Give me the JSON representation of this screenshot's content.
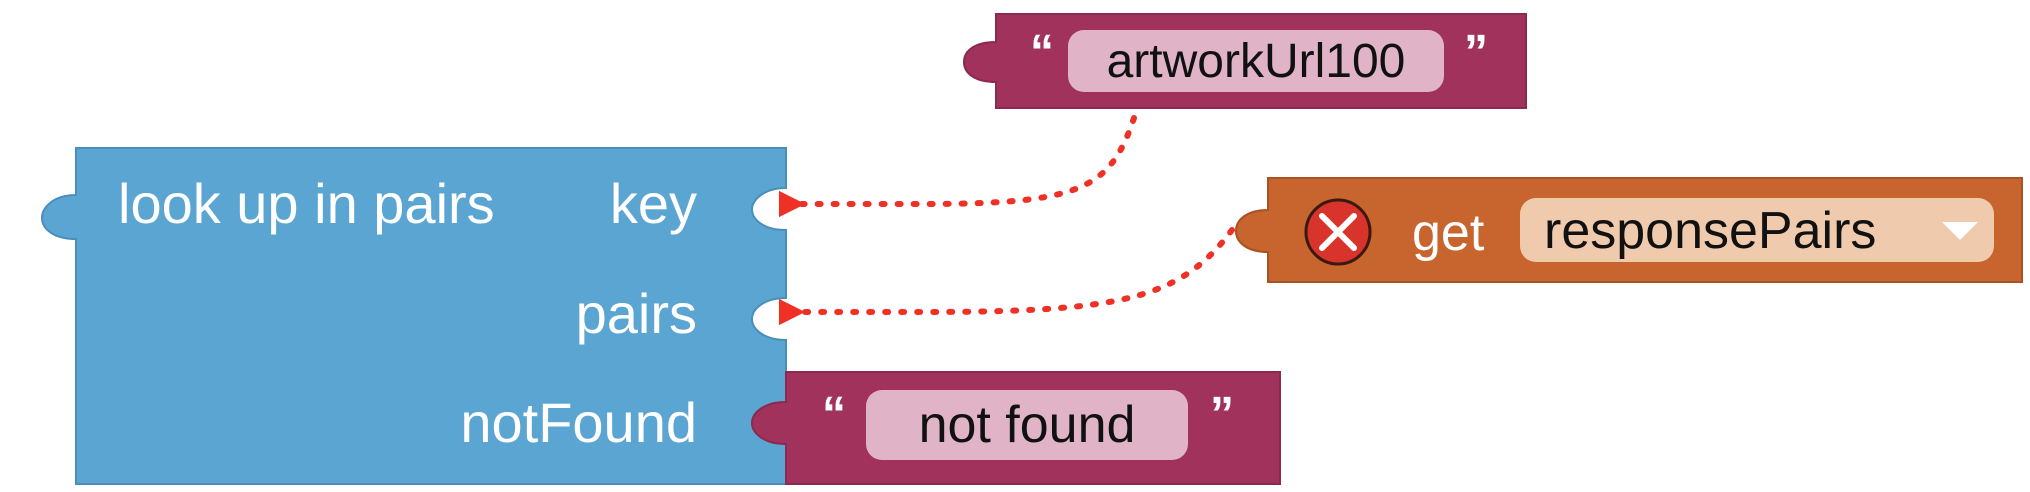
{
  "lookup_block": {
    "title": "look up in pairs",
    "inputs": [
      {
        "label": "key"
      },
      {
        "label": "pairs"
      },
      {
        "label": "notFound"
      }
    ],
    "color": "#5ba5d3"
  },
  "text_block_artwork": {
    "open_quote": "“",
    "value": "artworkUrl100",
    "close_quote": "”",
    "color": "#a1325c"
  },
  "get_block": {
    "label": "get",
    "variable": "responsePairs",
    "color": "#c8642d",
    "has_error": true,
    "error_icon": "error-x-icon"
  },
  "text_block_notfound": {
    "open_quote": "“",
    "value": "not found",
    "close_quote": "”",
    "color": "#a1325c"
  },
  "arrows": {
    "color": "#ee3124",
    "from_artwork": "key",
    "from_get": "pairs"
  }
}
